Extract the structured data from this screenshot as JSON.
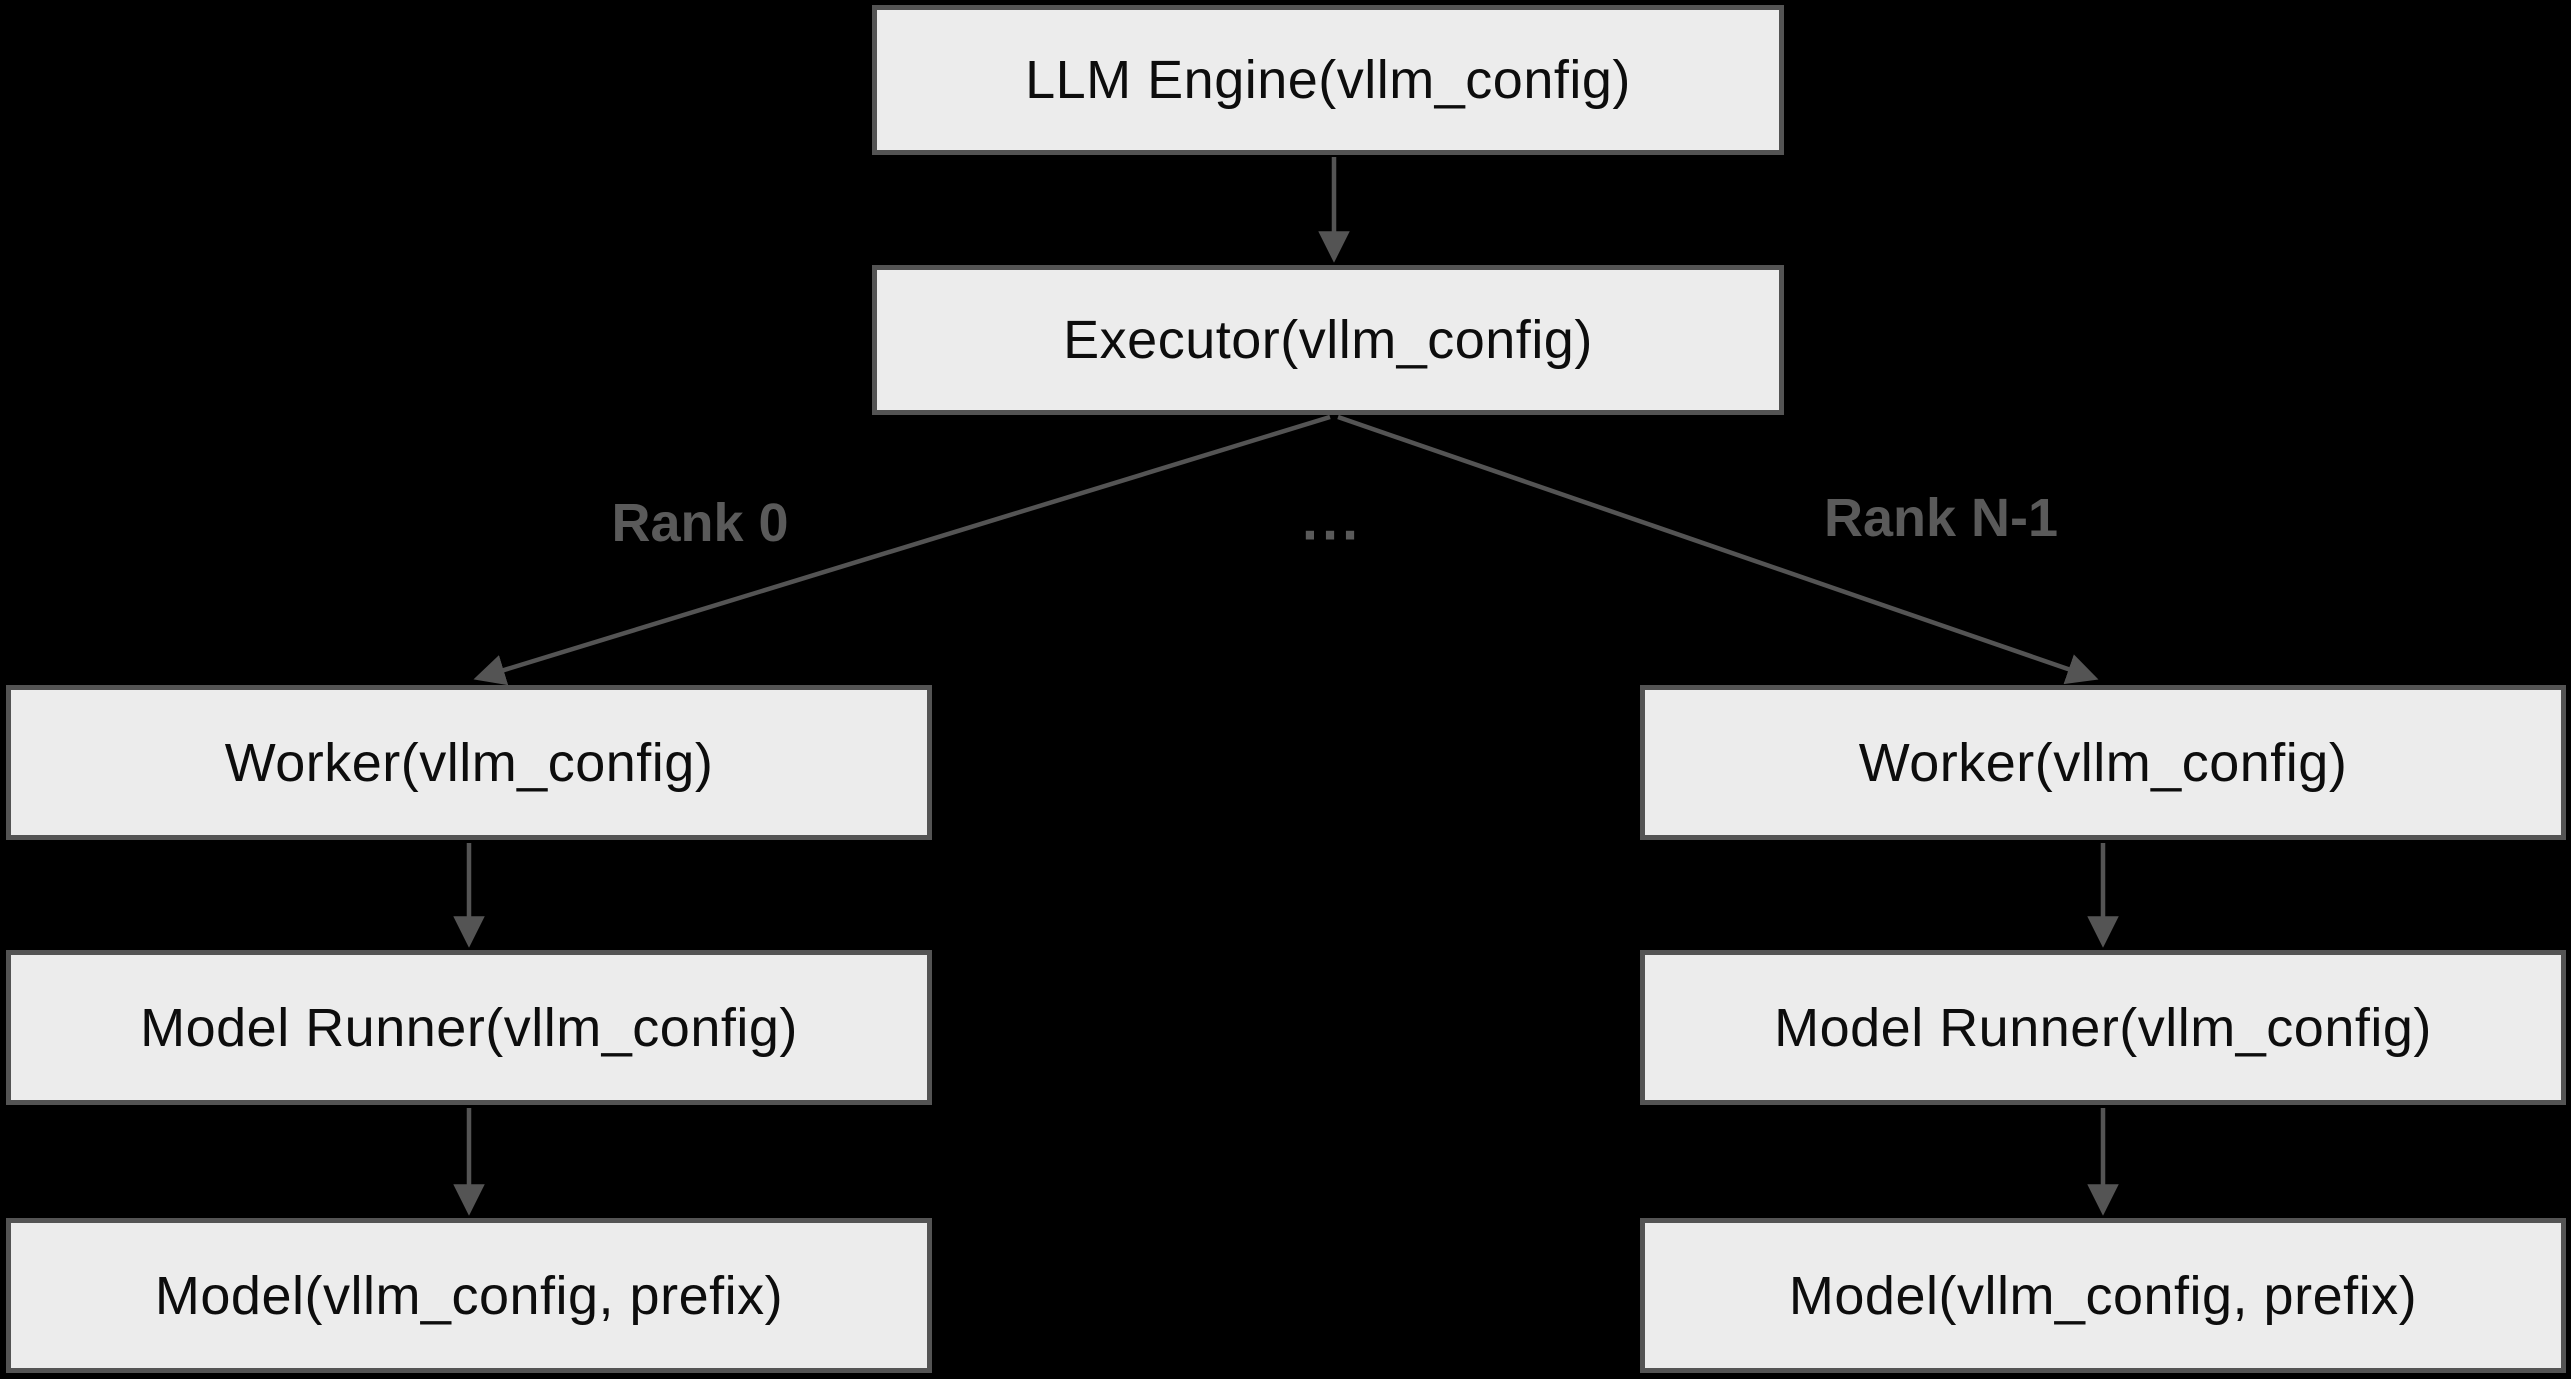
{
  "diagram": {
    "type": "flowchart",
    "colors": {
      "background": "#000000",
      "node_fill": "#ececec",
      "node_border": "#545454",
      "node_text": "#0d0d0d",
      "edge": "#545454",
      "edge_label": "#5a5a5a"
    },
    "nodes": {
      "llm_engine": "LLM Engine(vllm_config)",
      "executor": "Executor(vllm_config)",
      "worker": "Worker(vllm_config)",
      "model_runner": "Model Runner(vllm_config)",
      "model": "Model(vllm_config, prefix)"
    },
    "edge_labels": {
      "rank_0": "Rank 0",
      "ellipsis": "...",
      "rank_n_1": "Rank N-1"
    }
  }
}
